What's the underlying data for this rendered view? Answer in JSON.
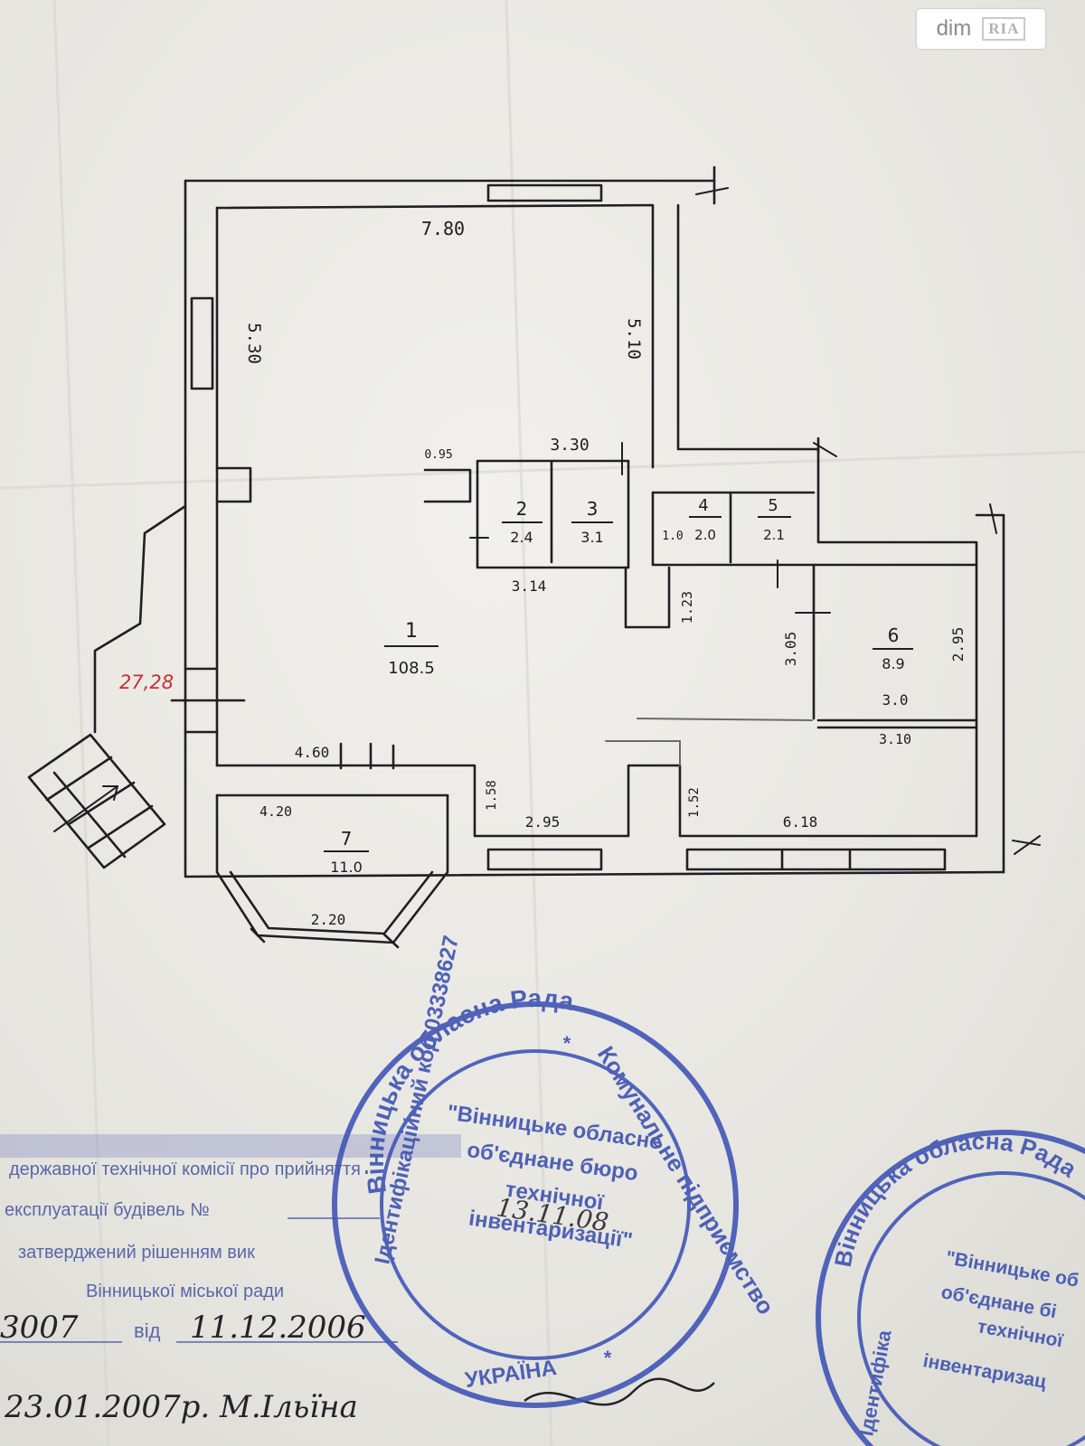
{
  "watermark": {
    "brand": "dim",
    "badge": "RIA"
  },
  "plan": {
    "rooms": [
      {
        "number": "1",
        "area": "108.5"
      },
      {
        "number": "2",
        "area": "2.4"
      },
      {
        "number": "3",
        "area": "3.1"
      },
      {
        "number": "4",
        "area": "2.0"
      },
      {
        "number": "5",
        "area": "2.1"
      },
      {
        "number": "6",
        "area": "8.9"
      },
      {
        "number": "7",
        "area": "11.0"
      }
    ],
    "dimensions": {
      "top": "7.80",
      "left": "5.30",
      "right_upper": "5.10",
      "inner_top": "3.30",
      "niche": "0.95",
      "wc_bottom": "3.14",
      "wc_label": "1.0",
      "corridor": "1.23",
      "room6_left": "3.05",
      "room6_right": "2.95",
      "room6_width": "3.0",
      "room6_bottom": "3.10",
      "bay_top_wall": "4.60",
      "bay_inner": "4.20",
      "bay_front": "2.20",
      "step_left": "1.58",
      "front_mid": "2.95",
      "step_right": "1.52",
      "front_right": "6.18"
    },
    "red_mark": "27,28"
  },
  "stamp_main": {
    "outer_top": "Вінницька обласна Рада",
    "outer_right": "Комунальне підприємство",
    "inner_line1": "\"Вінницьке обласне",
    "inner_line2": "об'єднане бюро",
    "inner_line3": "технічної",
    "inner_line4": "інвентаризації\"",
    "outer_bottom": "Ідентифікаційний код 03338627",
    "country": "УКРАЇНА",
    "date": "13.11.08"
  },
  "stamp_second": {
    "outer_top": "Вінницька обласна Рада",
    "inner_line1": "\"Вінницьке об",
    "inner_line2": "об'єднане бі",
    "inner_line3": "технічної",
    "inner_line4": "інвентаризац",
    "outer_left": "Ідентифіка"
  },
  "form": {
    "line1": "державної технічної комісії про прийняття",
    "line2": "експлуатації будівель №",
    "line3": "затверджений рішенням вик",
    "line4": "Вінницької міської ради",
    "sig_number": "3007",
    "sig_from": "від",
    "sig_date": "11.12.2006",
    "sig_line": "23.01.2007р. М.Ільїна"
  }
}
